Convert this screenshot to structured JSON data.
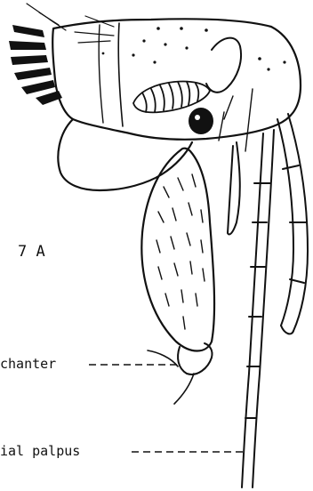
{
  "figure_label": "7 A",
  "callouts": {
    "trochanter": "chanter",
    "labial_palpus": "ial palpus"
  },
  "colors": {
    "ink": "#111111",
    "paper": "#ffffff"
  }
}
